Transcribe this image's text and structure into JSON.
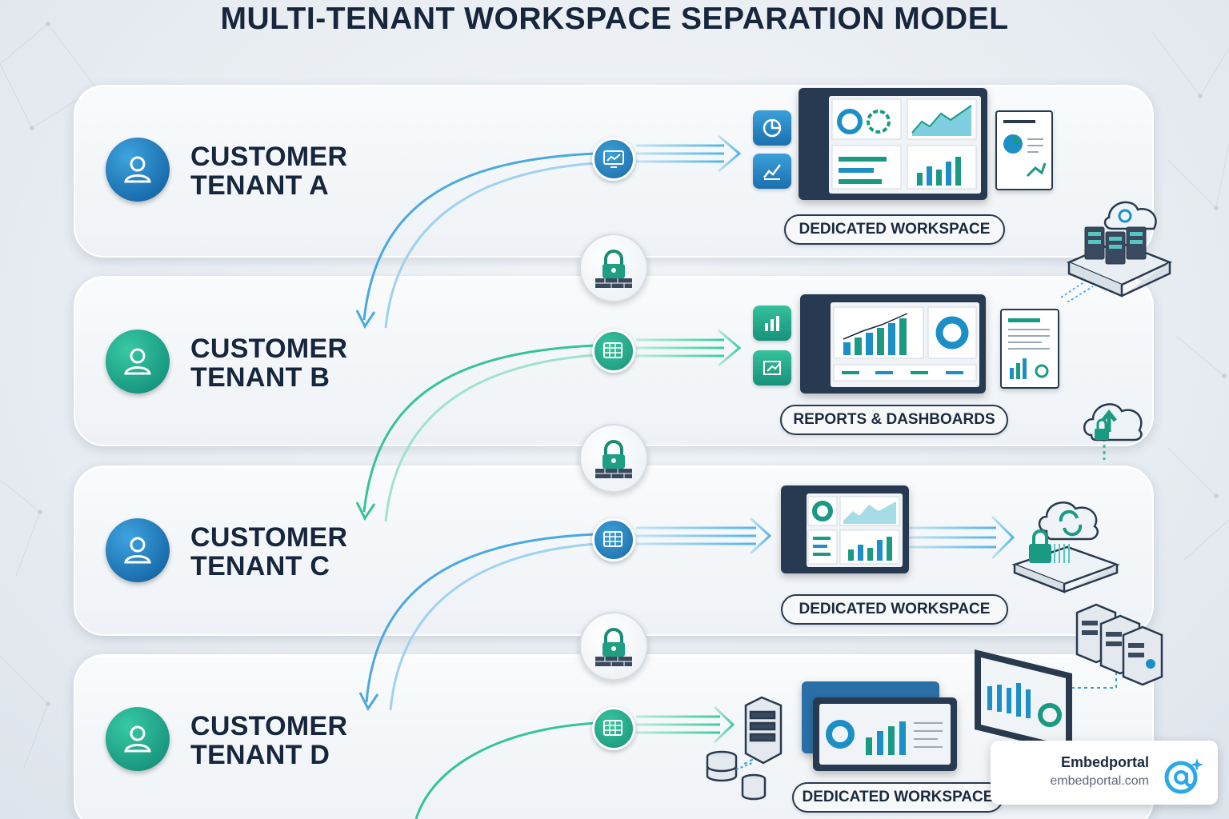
{
  "title": "MULTI-TENANT WORKSPACE SEPARATION MODEL",
  "tenants": [
    {
      "line1": "CUSTOMER",
      "line2": "TENANT A",
      "color": "#1c6fae",
      "workspace_label": "DEDICATED WORKSPACE"
    },
    {
      "line1": "CUSTOMER",
      "line2": "TENANT B",
      "color": "#17917a",
      "workspace_label": "REPORTS & DASHBOARDS"
    },
    {
      "line1": "CUSTOMER",
      "line2": "TENANT C",
      "color": "#1c6fae",
      "workspace_label": "DEDICATED WORKSPACE"
    },
    {
      "line1": "CUSTOMER",
      "line2": "TENANT D",
      "color": "#17917a",
      "workspace_label": "DEDICATED WORKSPACE"
    }
  ],
  "icons": {
    "tenant": "user-icon",
    "separator": "padlock-firewall-icon",
    "flow_node": "data-node-icon",
    "infrastructure": [
      "server-cloud-icon",
      "cloud-upload-lock-icon",
      "cloud-sync-lock-icon",
      "server-rack-icon",
      "database-icon"
    ]
  },
  "colors": {
    "blue": "#1c6fae",
    "green": "#17917a",
    "navy": "#17263c",
    "light_blue": "#56b4e6",
    "light_green": "#3ccca0"
  },
  "brand": {
    "name": "Embedportal",
    "url": "embedportal.com",
    "color": "#2aa8e8"
  }
}
